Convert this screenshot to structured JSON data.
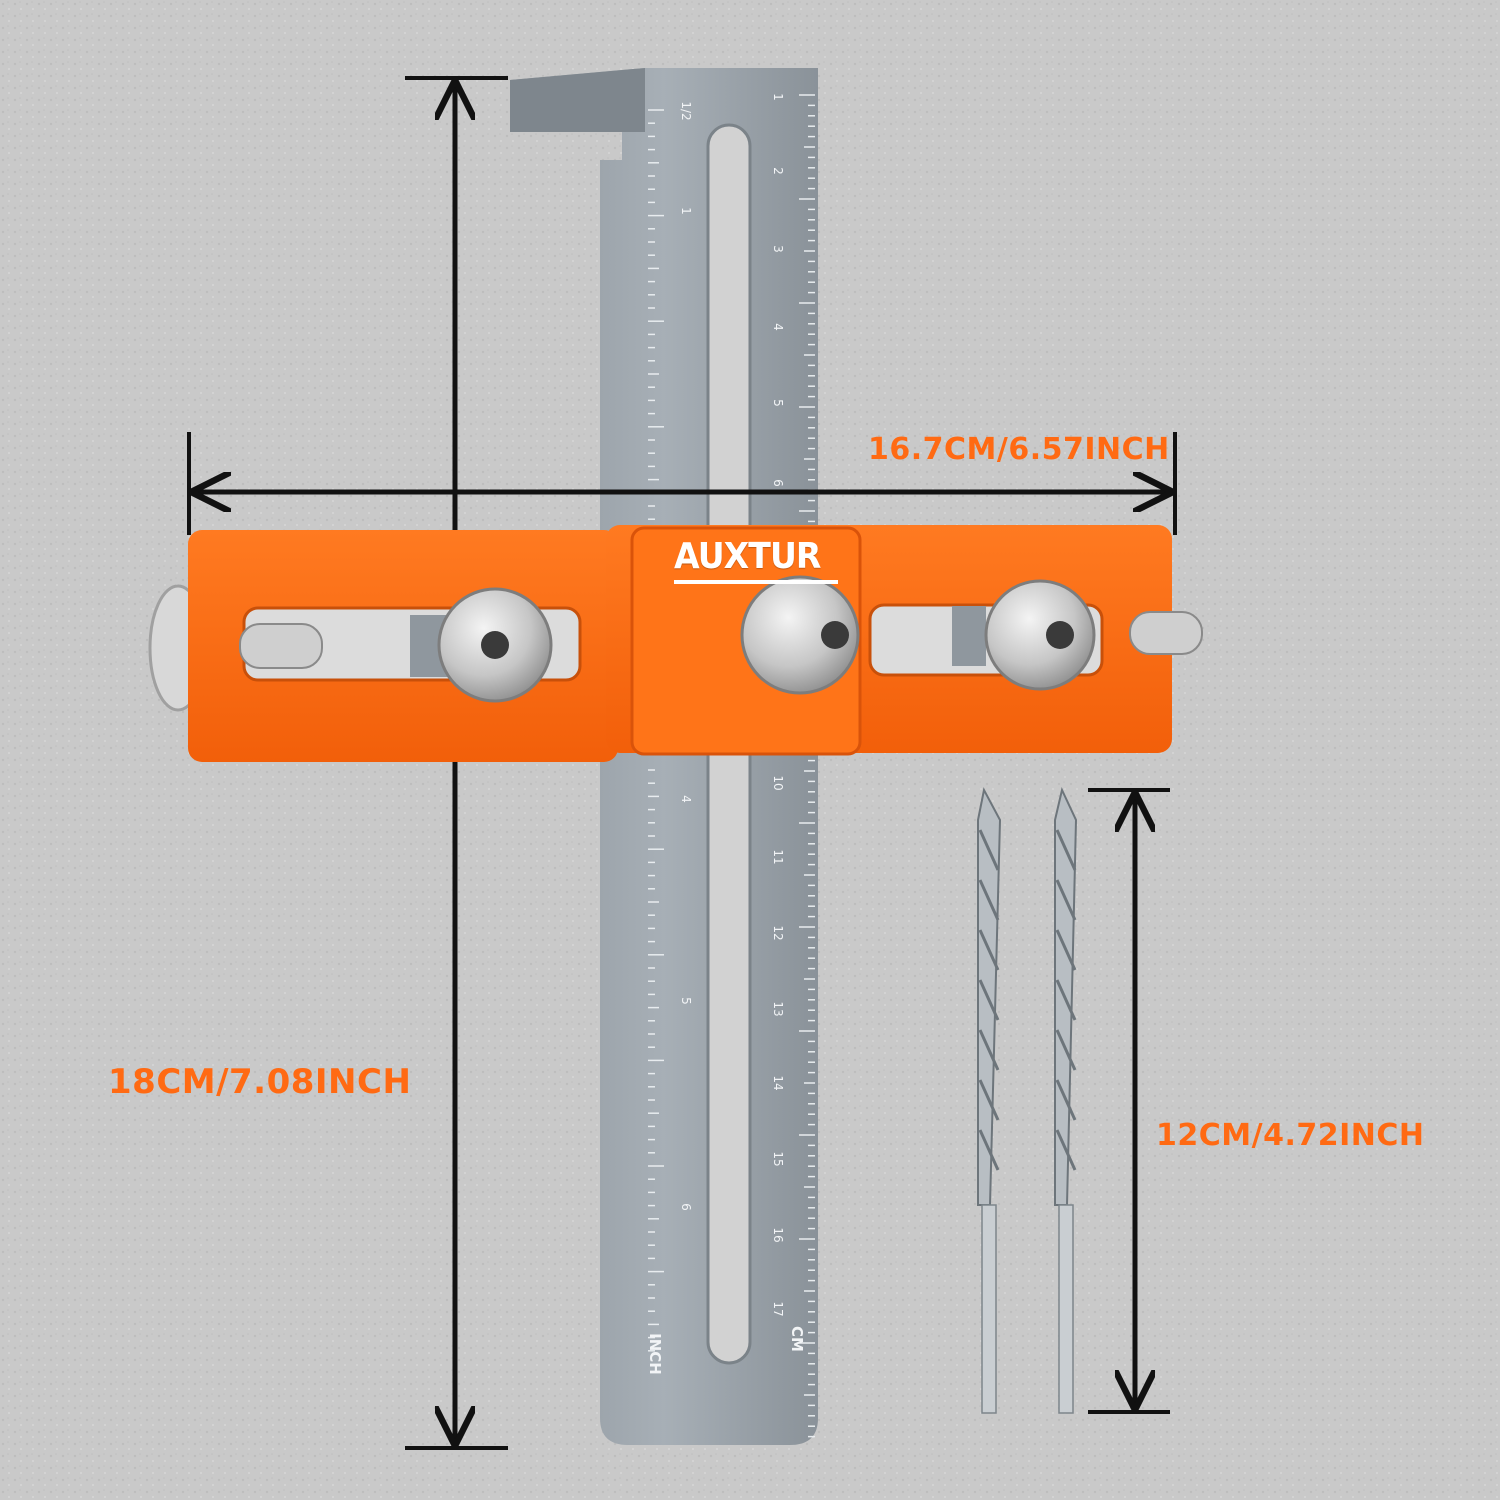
{
  "dimensions": {
    "width_label": "16.7CM/6.57INCH",
    "height_label": "18CM/7.08INCH",
    "drill_bit_label": "12CM/4.72INCH"
  },
  "product": {
    "brand": "AUXTUR"
  },
  "ruler": {
    "cm_unit": "CM",
    "inch_unit": "INCH",
    "cm_ticks": [
      "1",
      "2",
      "3",
      "4",
      "5",
      "6",
      "10",
      "11",
      "12",
      "13",
      "14",
      "15",
      "16",
      "17"
    ],
    "inch_ticks": [
      "1/2",
      "1",
      "4",
      "5",
      "6"
    ]
  },
  "colors": {
    "accent": "#ff6a13",
    "background": "#c9c9c9",
    "metal": "#9aa3ab"
  }
}
